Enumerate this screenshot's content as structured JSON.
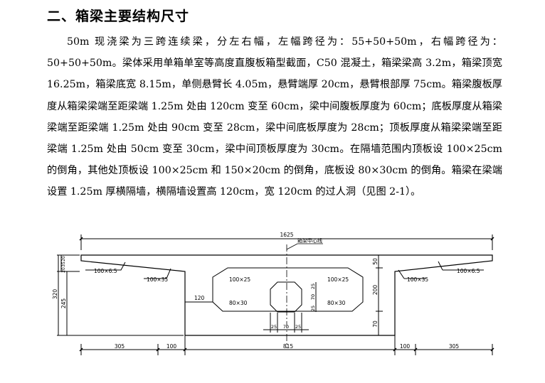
{
  "section": {
    "heading": "二、箱梁主要结构尺寸",
    "paragraph": "50m 现浇梁为三跨连续梁，分左右幅，左幅跨径为：55+50+50m，右幅跨径为：50+50+50m。梁体采用单箱单室等高度直腹板箱型截面，C50 混凝土，箱梁梁高 3.2m，箱梁顶宽 16.25m，箱梁底宽 8.15m，单侧悬臂长 4.05m，悬臂端厚 20cm，悬臂根部厚 75cm。箱梁腹板厚度从箱梁梁端至距梁端 1.25m 处由 120cm 变至 60cm，梁中间腹板厚度为 60cm；底板厚度从箱梁梁端至距梁端 1.25m 处由 90cm 变至 28cm，梁中间底板厚度为 28cm；顶板厚度从箱梁梁端至距梁端 1.25m 处由 50cm 变至 30cm，梁中间顶板厚度为 30cm。在隔墙范围内顶板设 100×25cm 的倒角，其他处顶板设 100×25cm 和 150×20cm 的倒角，底板设 80×30cm 的倒角。箱梁在梁端设置 1.25m 厚横隔墙，横隔墙设置高 120cm，宽 120cm 的过人洞（见图 2-1）。"
  },
  "drawing": {
    "centerline_label": "箱梁中心线",
    "dim_top_total": "1625",
    "dim_bottom": [
      "305",
      "100",
      "815",
      "100",
      "305"
    ],
    "dim_left_total": "320",
    "dim_left_245": "245",
    "dim_left_top": [
      "20",
      "35",
      "20"
    ],
    "dim_right_50": "50",
    "dim_right_200": "200",
    "dim_right_70": "70",
    "dim_hole_vertical": [
      "25",
      "70",
      "25"
    ],
    "dim_hole_horizontal": [
      "25",
      "70",
      "25"
    ],
    "dim_120": "120",
    "chamfer_100x65": "100×6.5",
    "chamfer_100x35": "100×35",
    "chamfer_100x25": "100×25",
    "chamfer_80x30": "80×30"
  }
}
